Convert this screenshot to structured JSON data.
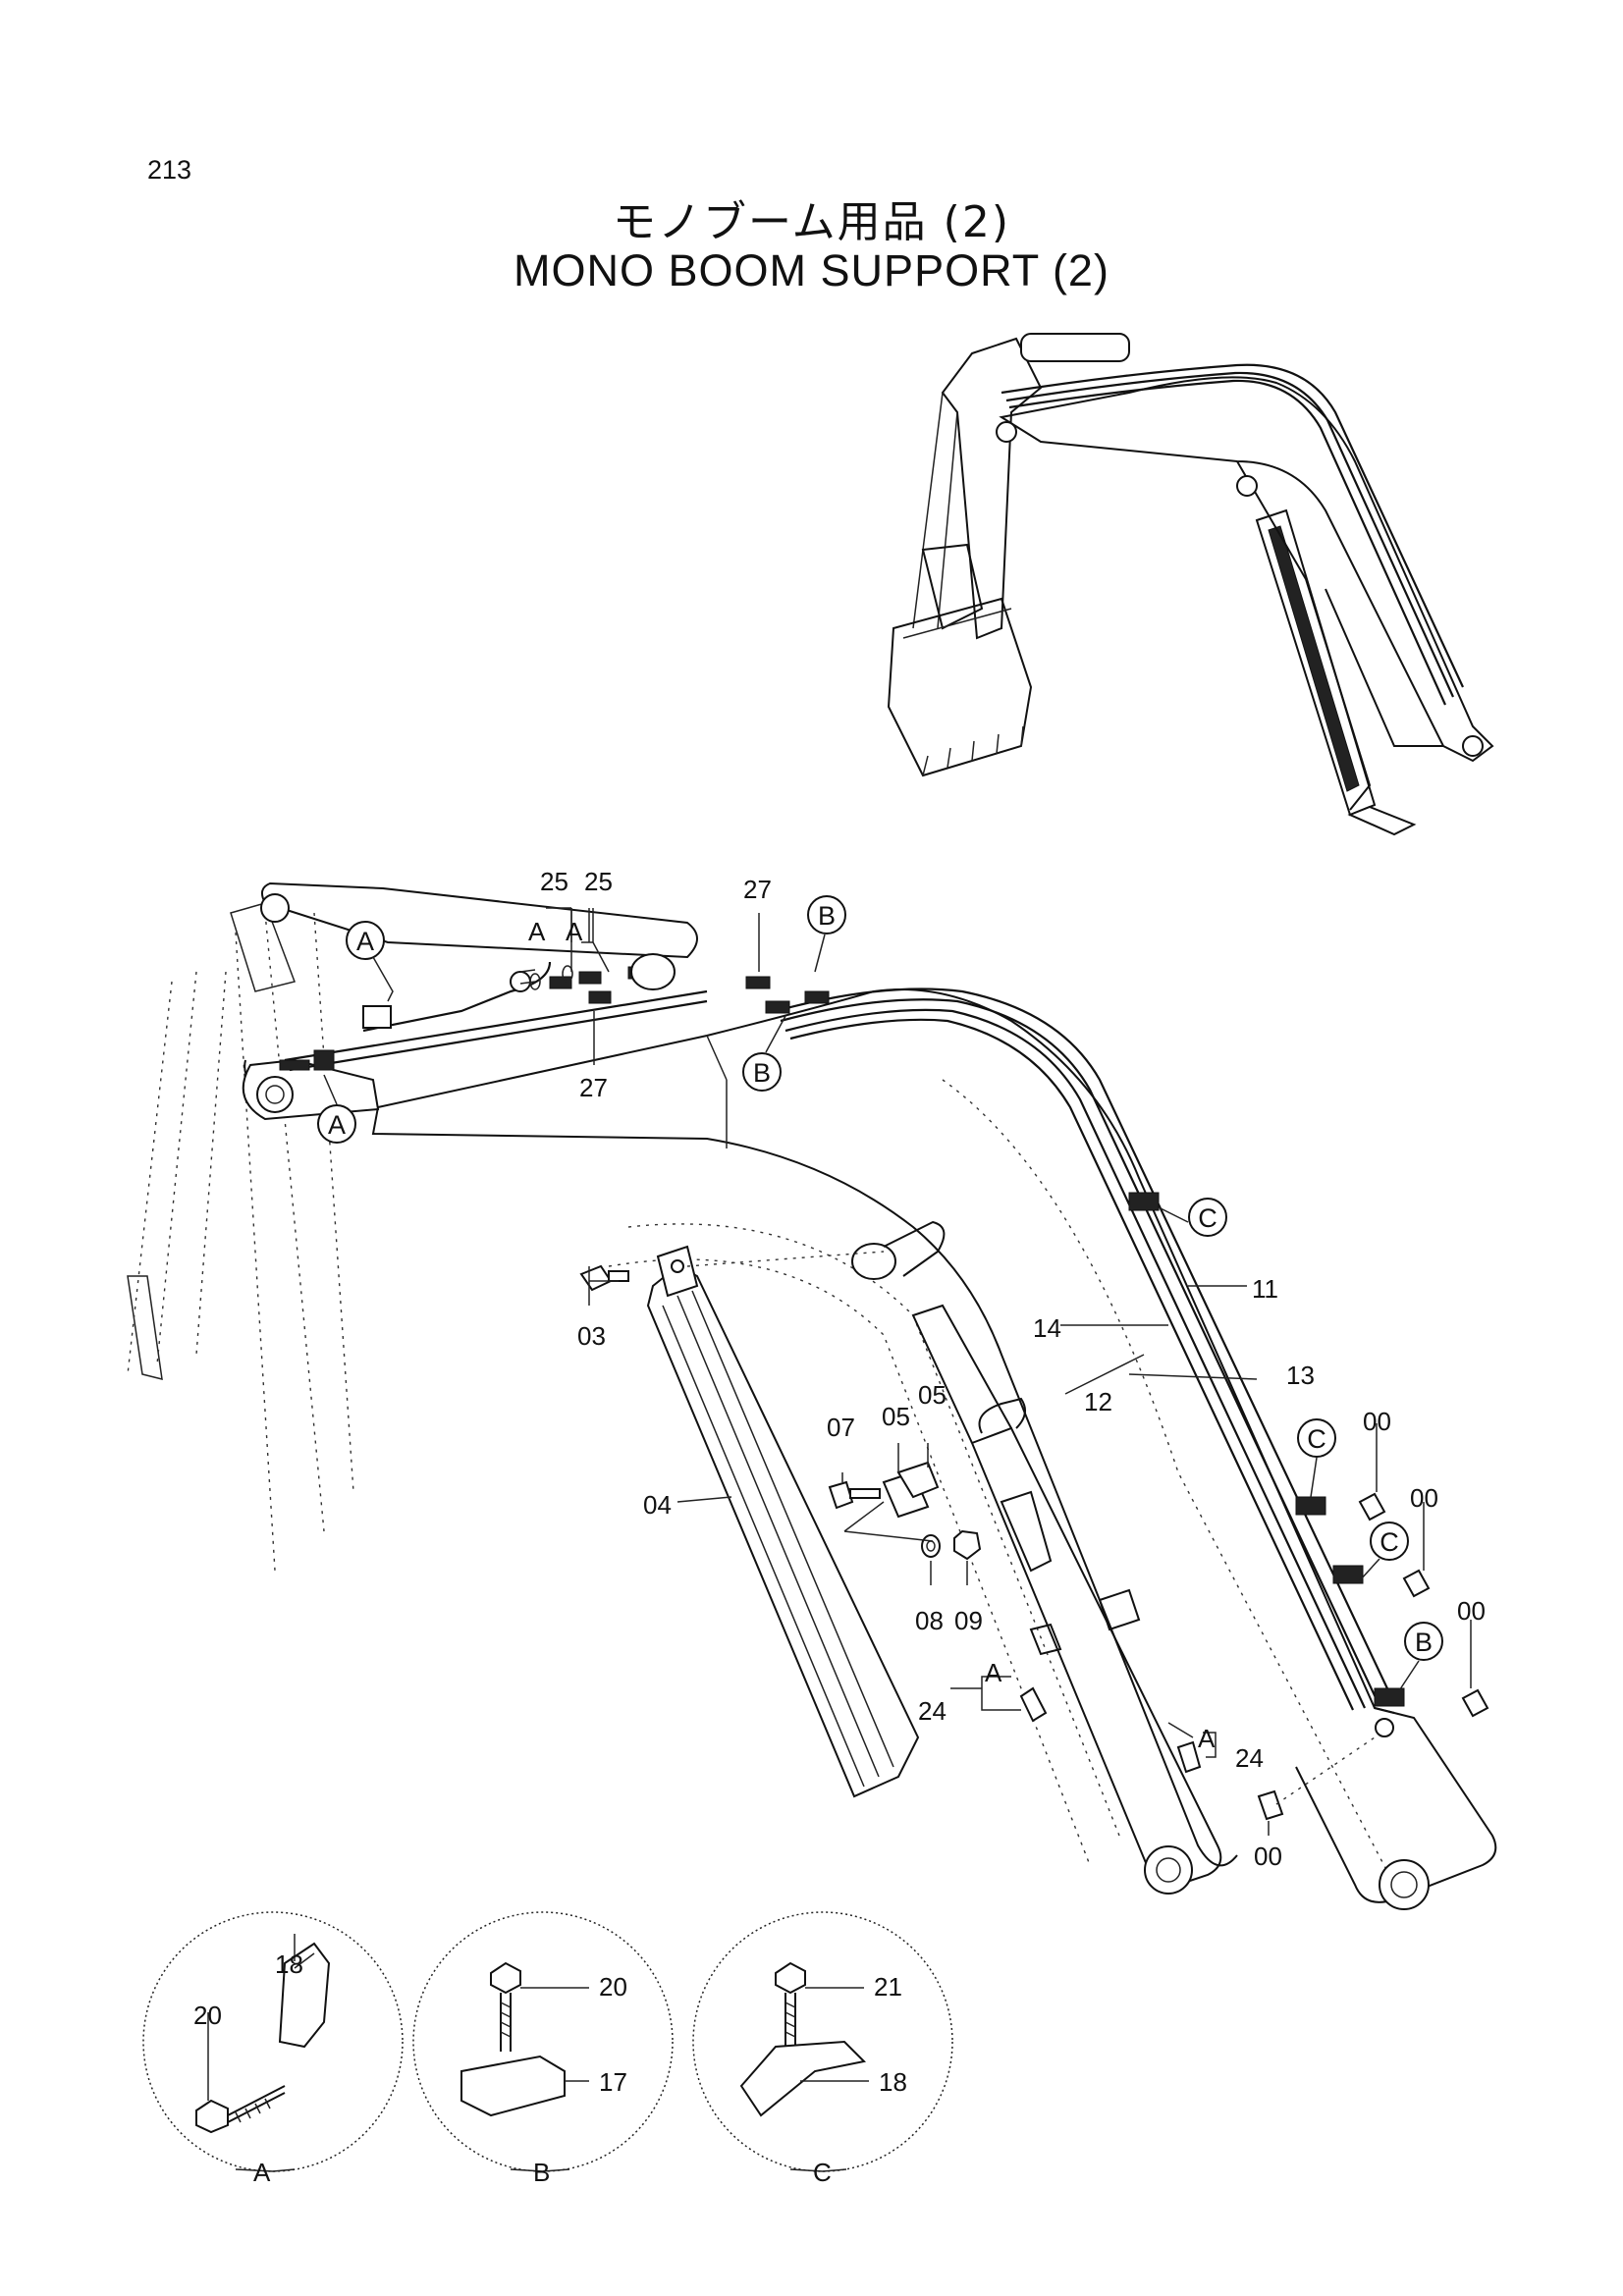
{
  "page_number": "213",
  "title_jp": "モノブーム用品 (2)",
  "title_en": "MONO BOOM SUPPORT (2)",
  "callouts": {
    "a": "A",
    "b": "B",
    "c": "C"
  },
  "part_labels": {
    "p00": "00",
    "p03": "03",
    "p04": "04",
    "p05": "05",
    "p07": "07",
    "p08": "08",
    "p09": "09",
    "p11": "11",
    "p12": "12",
    "p13": "13",
    "p14": "14",
    "p17": "17",
    "p18": "18",
    "p20": "20",
    "p21": "21",
    "p24": "24",
    "p25": "25",
    "p27": "27"
  },
  "detail_views": [
    {
      "view": "A",
      "parts": [
        "18",
        "20"
      ]
    },
    {
      "view": "B",
      "parts": [
        "20",
        "17"
      ]
    },
    {
      "view": "C",
      "parts": [
        "21",
        "18"
      ]
    }
  ]
}
